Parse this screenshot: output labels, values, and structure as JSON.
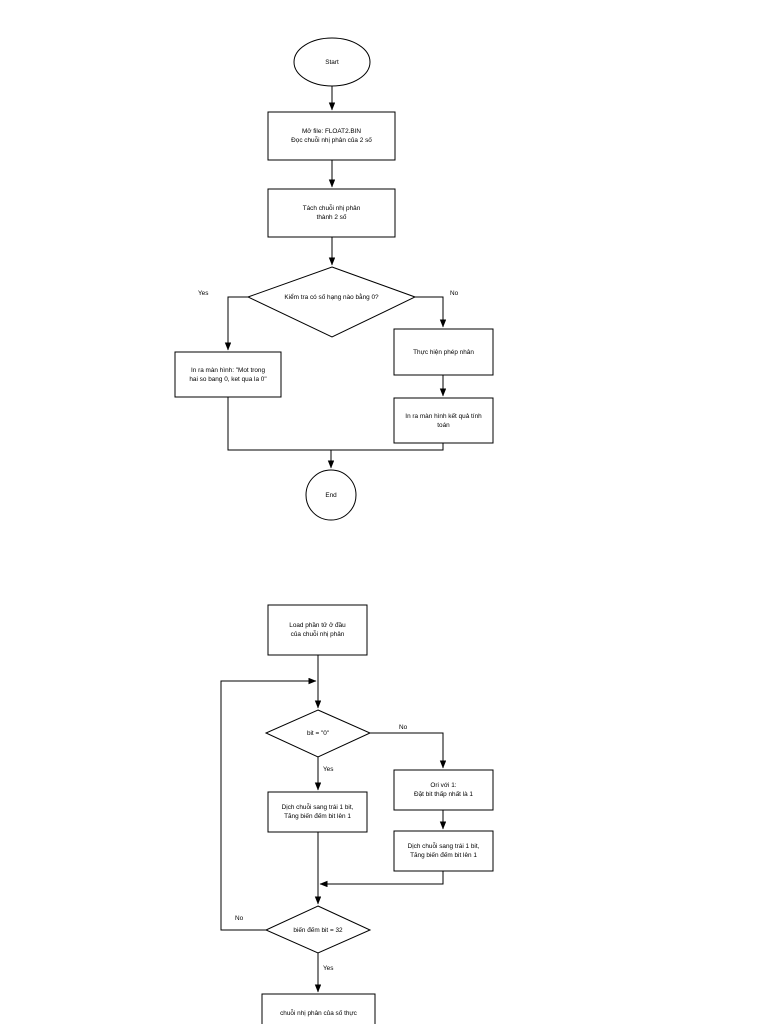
{
  "document": {
    "title": "Luu do thuat toan",
    "background_color": "#ffffff",
    "stroke_color": "#000000",
    "text_color": "#000000"
  },
  "diagram_data": {
    "type": "flowchart",
    "charts": [
      {
        "id": "chart-main",
        "title": "Nhan hai so thuc",
        "nodes": [
          {
            "id": "start",
            "shape": "ellipse",
            "label": "Start"
          },
          {
            "id": "open-file",
            "shape": "rectangle",
            "label": "Mở file: FLOAT2.BIN\nĐọc chuỗi nhị phân của 2 số"
          },
          {
            "id": "split",
            "shape": "rectangle",
            "label": "Tách chuỗi nhị phân\nthành 2 số"
          },
          {
            "id": "check-zero",
            "shape": "diamond",
            "label": "Kiểm tra có số hạng nào bằng 0?"
          },
          {
            "id": "print-zero",
            "shape": "rectangle",
            "label": "In ra màn hình: \"Mot trong\nhai so bang 0, ket qua la 0\""
          },
          {
            "id": "multiply",
            "shape": "rectangle",
            "label": "Thực hiện phép nhân"
          },
          {
            "id": "print-res",
            "shape": "rectangle",
            "label": "In ra màn hình kết quả tính\ntoán"
          },
          {
            "id": "end",
            "shape": "circle",
            "label": "End"
          }
        ],
        "edges": [
          {
            "from": "start",
            "to": "open-file",
            "label": ""
          },
          {
            "from": "open-file",
            "to": "split",
            "label": ""
          },
          {
            "from": "split",
            "to": "check-zero",
            "label": ""
          },
          {
            "from": "check-zero",
            "to": "print-zero",
            "label": "Yes"
          },
          {
            "from": "check-zero",
            "to": "multiply",
            "label": "No"
          },
          {
            "from": "multiply",
            "to": "print-res",
            "label": ""
          },
          {
            "from": "print-zero",
            "to": "end",
            "label": ""
          },
          {
            "from": "print-res",
            "to": "end",
            "label": ""
          }
        ]
      },
      {
        "id": "chart-convert",
        "title": "Chuyen chuoi nhi phan",
        "nodes": [
          {
            "id": "load",
            "shape": "rectangle",
            "label": "Load phần tử ở đầu\ncủa chuỗi nhị phân"
          },
          {
            "id": "bit-zero",
            "shape": "diamond",
            "label": "bit = \"0\""
          },
          {
            "id": "shift-left",
            "shape": "rectangle",
            "label": "Dịch chuỗi sang trái 1 bit,\nTăng biến đếm bit lên 1"
          },
          {
            "id": "or-one",
            "shape": "rectangle",
            "label": "Ori với 1:\nĐặt bit thấp nhất là 1"
          },
          {
            "id": "shift-right",
            "shape": "rectangle",
            "label": "Dịch chuỗi sang trái 1 bit,\nTăng biến đếm bit lên 1"
          },
          {
            "id": "count-32",
            "shape": "diamond",
            "label": "biến đếm bit = 32"
          },
          {
            "id": "result",
            "shape": "rectangle",
            "label": "chuỗi nhị phân của số thực"
          }
        ],
        "edges": [
          {
            "from": "load",
            "to": "bit-zero",
            "label": ""
          },
          {
            "from": "bit-zero",
            "to": "shift-left",
            "label": "Yes"
          },
          {
            "from": "bit-zero",
            "to": "or-one",
            "label": "No"
          },
          {
            "from": "or-one",
            "to": "shift-right",
            "label": ""
          },
          {
            "from": "shift-left",
            "to": "count-32",
            "label": ""
          },
          {
            "from": "shift-right",
            "to": "count-32",
            "label": ""
          },
          {
            "from": "count-32",
            "to": "bit-zero",
            "label": "No"
          },
          {
            "from": "count-32",
            "to": "result",
            "label": "Yes"
          }
        ]
      }
    ]
  },
  "labels": {
    "chart1": {
      "start": "Start",
      "open_file": "Mở file: FLOAT2.BIN\nĐọc chuỗi nhị phân của 2 số",
      "split": "Tách chuỗi nhị phân\nthành 2 số",
      "check_zero": "Kiểm tra có số hạng nào bằng 0?",
      "yes": "Yes",
      "no": "No",
      "print_zero": "In ra màn hình: \"Mot trong\nhai so bang 0, ket qua la 0\"",
      "multiply": "Thực hiện phép nhân",
      "print_result": "In ra màn hình kết quả tính\ntoán",
      "end": "End"
    },
    "chart2": {
      "load": "Load phần tử ở đầu\ncủa chuỗi nhị phân",
      "bit_zero": "bit = \"0\"",
      "no": "No",
      "yes": "Yes",
      "shift_left": "Dịch chuỗi sang trái 1 bit,\nTăng biến đếm bit lên 1",
      "or_one": "Ori với 1:\nĐặt bit thấp nhất là 1",
      "shift_right": "Dịch chuỗi sang trái 1 bit,\nTăng biến đếm bit lên 1",
      "count_32": "biến đếm bit = 32",
      "loop_no": "No",
      "exit_yes": "Yes",
      "result": "chuỗi nhị phân của số thực"
    }
  }
}
